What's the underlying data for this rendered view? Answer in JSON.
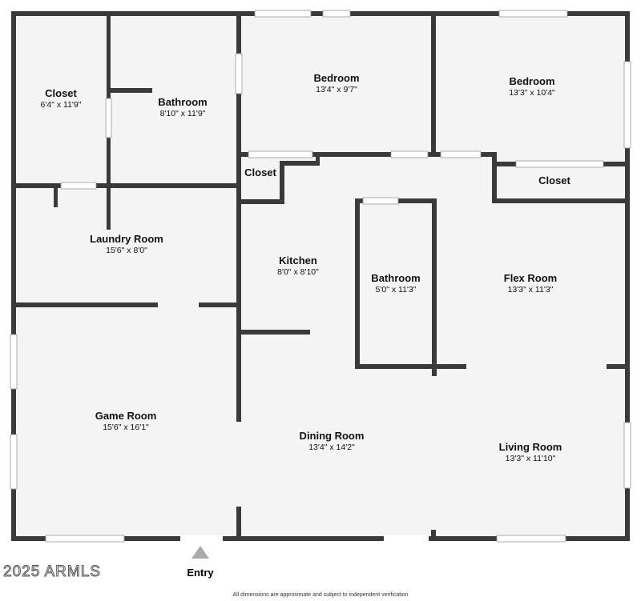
{
  "rooms": [
    {
      "id": "closet-1",
      "name": "Closet",
      "dims": "6'4\" x 11'9\""
    },
    {
      "id": "bathroom-1",
      "name": "Bathroom",
      "dims": "8'10\" x 11'9\""
    },
    {
      "id": "bedroom-1",
      "name": "Bedroom",
      "dims": "13'4\" x 9'7\""
    },
    {
      "id": "bedroom-2",
      "name": "Bedroom",
      "dims": "13'3\" x 10'4\""
    },
    {
      "id": "closet-2",
      "name": "Closet",
      "dims": ""
    },
    {
      "id": "closet-3",
      "name": "Closet",
      "dims": ""
    },
    {
      "id": "laundry-room",
      "name": "Laundry Room",
      "dims": "15'6\" x 8'0\""
    },
    {
      "id": "kitchen",
      "name": "Kitchen",
      "dims": "8'0\" x 8'10\""
    },
    {
      "id": "bathroom-2",
      "name": "Bathroom",
      "dims": "5'0\" x 11'3\""
    },
    {
      "id": "flex-room",
      "name": "Flex Room",
      "dims": "13'3\" x 11'3\""
    },
    {
      "id": "game-room",
      "name": "Game Room",
      "dims": "15'6\" x 16'1\""
    },
    {
      "id": "dining-room",
      "name": "Dining Room",
      "dims": "13'4\" x 14'2\""
    },
    {
      "id": "living-room",
      "name": "Living Room",
      "dims": "13'3\" x 11'10\""
    }
  ],
  "entry_label": "Entry",
  "copyright": "2025 ARMLS",
  "disclaimer": "All dimensions are approximate and subject to independent verification",
  "colors": {
    "wall": "#3a3a3a",
    "floor": "#f4f4f4",
    "window": "#ffffff",
    "marker": "#aaaaaa"
  }
}
